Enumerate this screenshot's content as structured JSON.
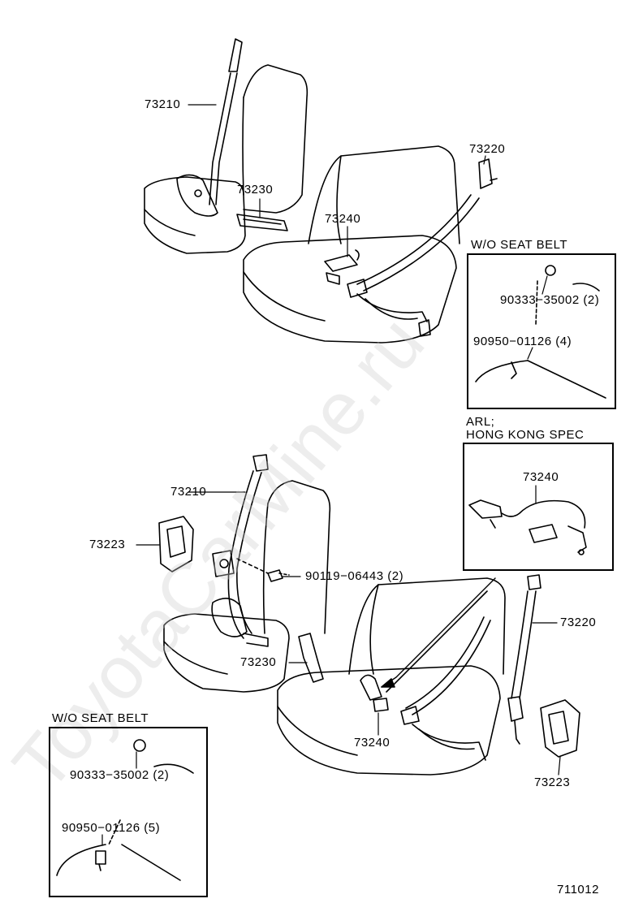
{
  "diagram_id": "711012",
  "watermark": "ToyotaCarMine.ru",
  "upper": {
    "belt_outer_left": "73210",
    "buckle_left": "73230",
    "buckle_center": "73240",
    "belt_outer_right": "73220",
    "inset_title": "W/O SEAT BELT",
    "inset_plug": "90333−35002 (2)",
    "inset_screw": "90950−01126 (4)"
  },
  "lower": {
    "belt_outer_left": "73210",
    "cover_left": "73223",
    "bolt": "90119−06443 (2)",
    "buckle_left": "73230",
    "buckle_center": "73240",
    "belt_outer_right": "73220",
    "cover_right": "73223",
    "arl_title_line1": "ARL;",
    "arl_title_line2": "HONG KONG SPEC",
    "arl_part": "73240",
    "inset_title": "W/O SEAT BELT",
    "inset_plug": "90333−35002 (2)",
    "inset_screw": "90950−01126 (5)"
  },
  "icons": [
    "seat-belt-icon",
    "seat-cushion-icon",
    "bolt-icon",
    "plug-icon",
    "screw-icon",
    "buckle-icon"
  ]
}
